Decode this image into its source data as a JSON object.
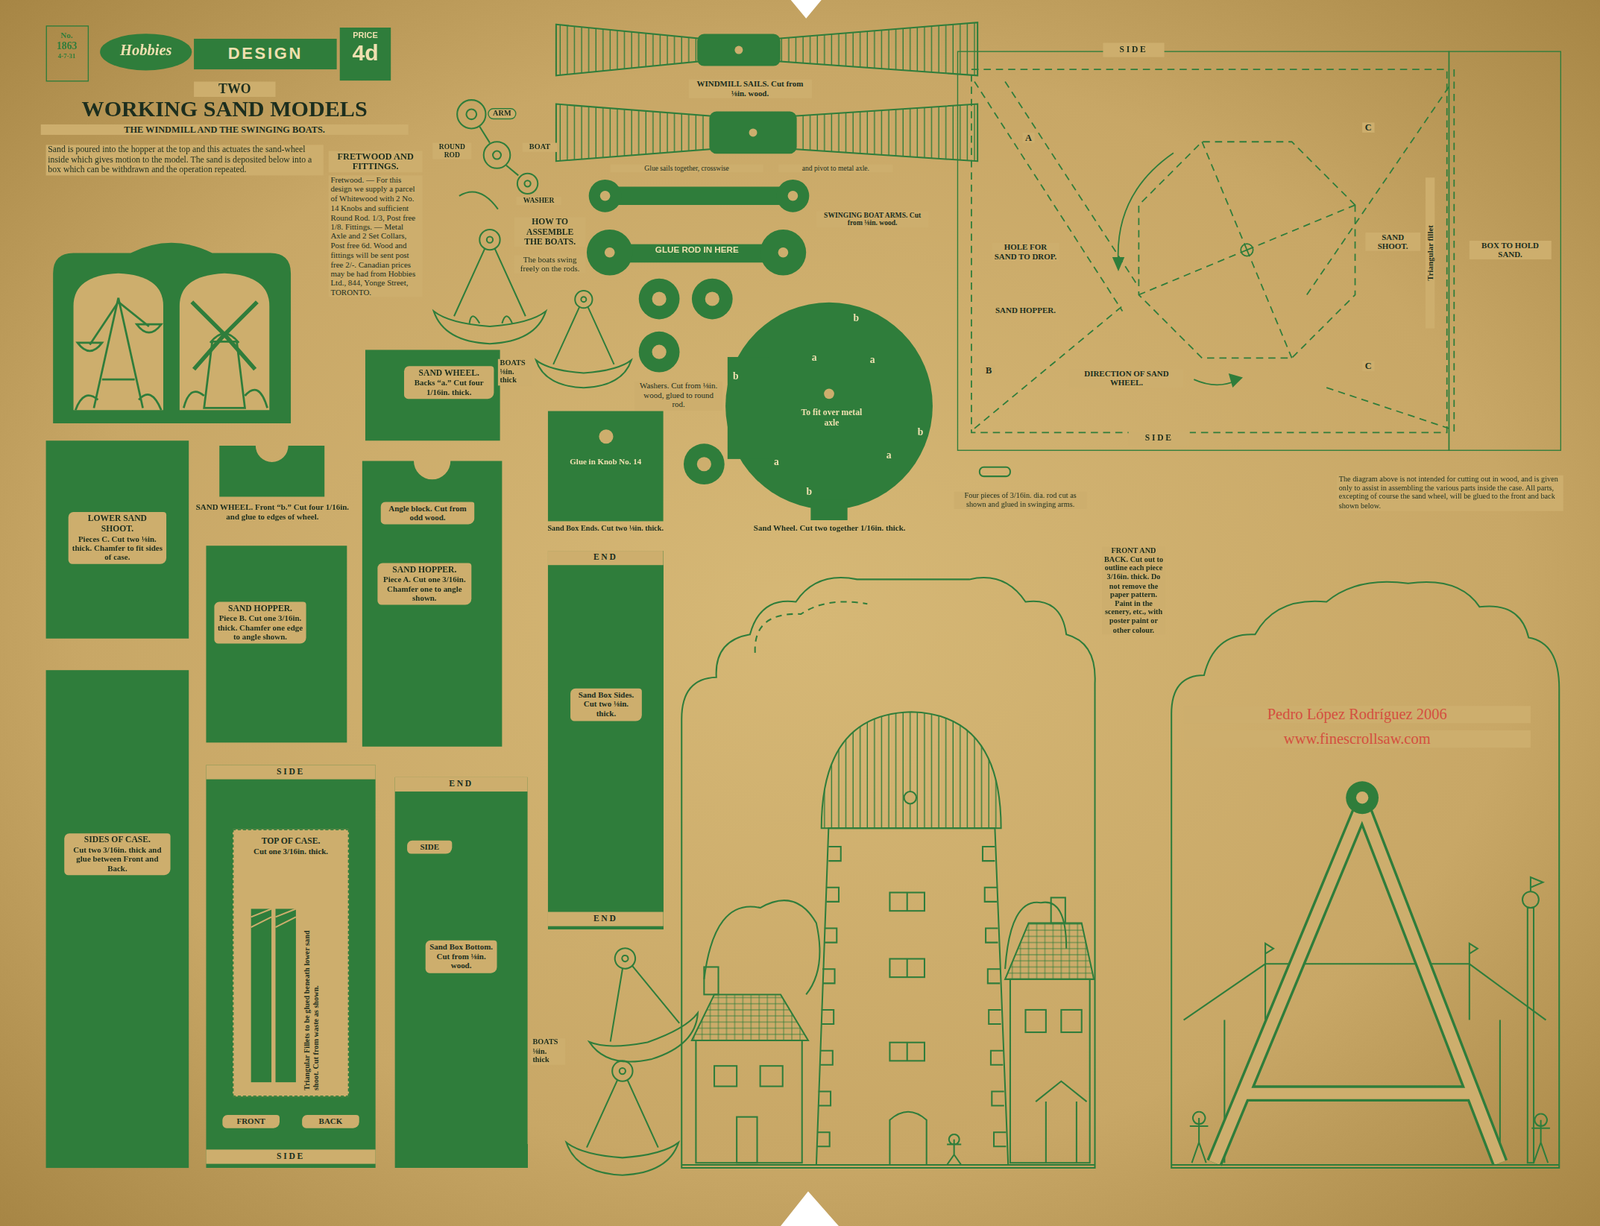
{
  "diagram": {
    "title": "WORKING SAND MODELS",
    "nodes": [
      {
        "text": [
          "No.",
          "1863",
          "4-7-31"
        ]
      },
      {
        "text": [
          "Hobbies"
        ]
      },
      {
        "text": [
          "DESIGN"
        ]
      },
      {
        "text": [
          "PRICE",
          "4d"
        ]
      },
      {
        "text": [
          "LOWER SAND SHOOT.",
          "Pieces C. Cut two ⅛in. thick. Chamfer to fit sides of case."
        ]
      },
      {
        "text": [
          "SIDES OF CASE.",
          "Cut two 3/16in. thick and glue between Front and Back."
        ]
      },
      {
        "text": [
          "SAND WHEEL. Front “b.” Cut four 1/16in. and glue to edges of wheel."
        ]
      },
      {
        "text": [
          "SAND HOPPER.",
          "Piece B. Cut one 3/16in. thick. Chamfer one edge to angle shown."
        ]
      },
      {
        "text": [
          "SIDE",
          "FRONT",
          "BACK",
          "SIDE"
        ]
      },
      {
        "text": [
          "TOP OF CASE.",
          "Cut one 3/16in. thick.",
          "Triangular Fillets to be glued beneath lower sand shoot. Cut from waste as shown."
        ],
        "in": 8
      },
      {
        "text": [
          "SAND WHEEL.",
          "Backs “a.” Cut four 1/16in. thick."
        ]
      },
      {
        "text": [
          "Angle block. Cut from odd wood.",
          "SAND HOPPER.",
          "Piece A. Cut one 3/16in. Chamfer one to angle shown."
        ]
      },
      {
        "text": [
          "END",
          "SIDE",
          "Sand Box Bottom. Cut from ⅛in. wood."
        ]
      },
      {
        "text": [
          "Glue in Knob No. 14",
          "Sand Box Ends. Cut two ⅛in. thick."
        ]
      },
      {
        "text": [
          "END",
          "Sand Box Sides. Cut two ⅛in. thick.",
          "END"
        ]
      },
      {
        "text": [
          "GLUE ROD IN HERE"
        ]
      },
      {
        "text": [
          "To fit over metal axle",
          "Sand Wheel. Cut two together 1/16in. thick."
        ]
      },
      {
        "text": [
          "SIDE",
          "SIDE"
        ]
      }
    ],
    "labels": [
      "TWO",
      "THE WINDMILL AND THE SWINGING BOATS.",
      "Sand is poured into the hopper at the top and this actuates the sand-wheel inside which gives motion to the model. The sand is deposited below into a box which can be withdrawn and the operation repeated.",
      "FRETWOOD AND FITTINGS.",
      "Fretwood. — For this design we supply a parcel of Whitewood with 2 No. 14 Knobs and sufficient Round Rod. 1/3, Post free 1/8. Fittings. — Metal Axle and 2 Set Collars, Post free 6d. Wood and fittings will be sent post free 2/-. Canadian prices may be had from Hobbies Ltd., 844, Yonge Street, TORONTO.",
      "ARM",
      "ROUND ROD",
      "BOAT",
      "WASHER",
      "HOW TO ASSEMBLE THE BOATS.",
      "The boats swing freely on the rods.",
      "BOATS ⅛in. thick",
      "WINDMILL SAILS. Cut from ⅛in. wood.",
      "Glue sails together, crosswise",
      "and pivot to metal axle.",
      "SWINGING BOAT ARMS. Cut from ⅛in. wood.",
      "Washers. Cut from ⅛in. wood, glued to round rod.",
      "b",
      "a",
      "a",
      "b",
      "a",
      "b",
      "a",
      "b",
      "Four pieces of 3/16in. dia. rod cut as shown and glued in swinging arms.",
      "A",
      "B",
      "C",
      "C",
      "HOLE FOR SAND TO DROP.",
      "SAND HOPPER.",
      "DIRECTION OF SAND WHEEL.",
      "SAND SHOOT.",
      "Triangular fillet",
      "BOX TO HOLD SAND.",
      "The diagram above is not intended for cutting out in wood, and is given only to assist in assembling the various parts inside the case. All parts, excepting of course the sand wheel, will be glued to the front and back shown below.",
      "FRONT AND BACK. Cut out to outline each piece 3/16in. thick. Do not remove the paper pattern. Paint in the scenery, etc., with poster paint or other colour.",
      "Pedro López Rodríguez 2006",
      "www.finescrollsaw.com",
      "BOATS ⅛in. thick"
    ]
  }
}
